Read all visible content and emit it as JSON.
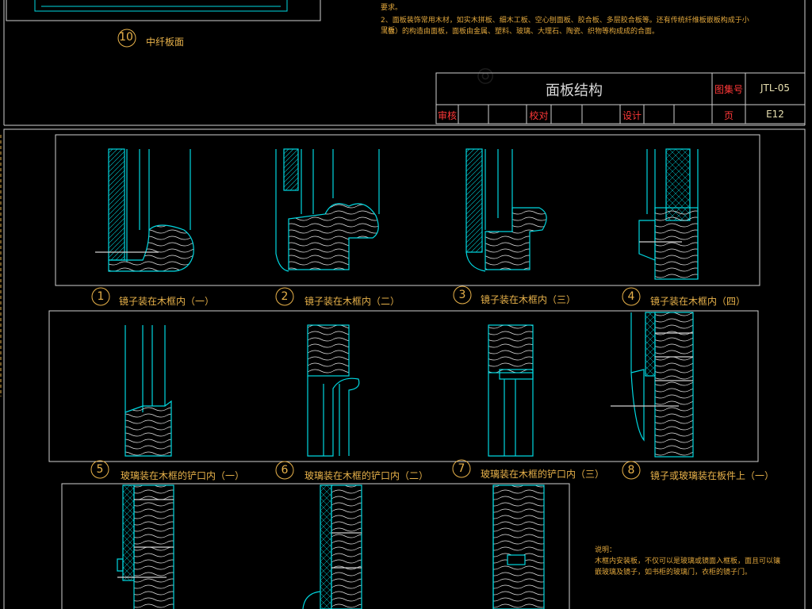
{
  "colors": {
    "outline": "#00d7e0",
    "frame": "#cfcfcf",
    "label": "#e8b24a",
    "red": "#ff3838",
    "white": "#ffffff"
  },
  "top_notes": {
    "line1": "2、面板装饰常用木材，如实木拼板、细木工板、空心刨面板、胶合板、多层胶合板等。还有传统纤维板嵌板构成于小里板",
    "line2": "（台）的构造由面板，面板由金属、塑料、玻璃、大理石、陶瓷、织物等构成成的合面。",
    "line0": "要求。"
  },
  "detail10": {
    "num": "10",
    "label": "中纤板面"
  },
  "title_block": {
    "title": "面板结构",
    "set_label": "图集号",
    "set_value": "JTL-05",
    "review": "审核",
    "check": "校对",
    "design": "设计",
    "page_label": "页",
    "page_value": "E12"
  },
  "details": [
    {
      "num": "1",
      "label": "镜子装在木框内（一）"
    },
    {
      "num": "2",
      "label": "镜子装在木框内（二）"
    },
    {
      "num": "3",
      "label": "镜子装在木框内（三）"
    },
    {
      "num": "4",
      "label": "镜子装在木框内（四）"
    },
    {
      "num": "5",
      "label": "玻璃装在木框的铲口内（一）"
    },
    {
      "num": "6",
      "label": "玻璃装在木框的铲口内（二）"
    },
    {
      "num": "7",
      "label": "玻璃装在木框的铲口内（三）"
    },
    {
      "num": "8",
      "label": "镜子或玻璃装在板件上（一）"
    }
  ],
  "bottom_note": {
    "heading": "说明：",
    "line1": "木框内安装板，不仅可以是玻璃或镜面入框板，面且可以镶",
    "line2": "嵌玻璃及镜子，如书柜的玻璃门，衣柜的镜子门。"
  }
}
